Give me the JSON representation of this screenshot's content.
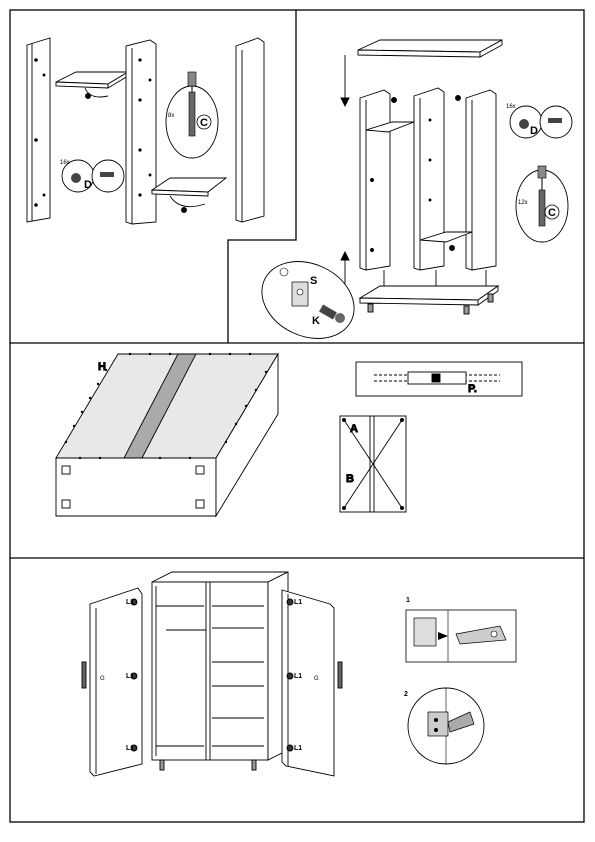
{
  "step1": {
    "hardware_d": "D",
    "hardware_c": "C",
    "count_d": "16x",
    "count_c": "8x"
  },
  "step2": {
    "hardware_d": "D",
    "hardware_c": "C",
    "hardware_s": "S",
    "hardware_k": "K",
    "count_d": "16x",
    "count_c": "12x"
  },
  "step3": {
    "label_h": "H",
    "label_p": "P.",
    "label_a": "A",
    "label_b": "B"
  },
  "step4": {
    "hinge_label": "L1",
    "handle_label": "G",
    "detail1_number": "1",
    "detail2_number": "2"
  }
}
